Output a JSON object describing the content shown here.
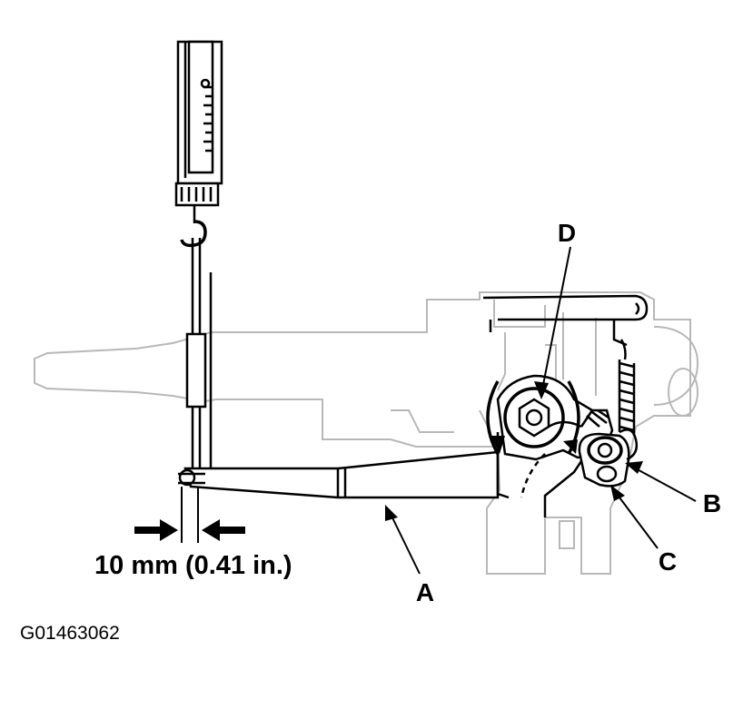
{
  "callouts": {
    "a": "A",
    "b": "B",
    "c": "C",
    "d": "D"
  },
  "dimension": {
    "label": "10 mm (0.41 in.)"
  },
  "figure_code": "G01463062",
  "colors": {
    "ink": "#000000",
    "ghost_outline": "#b8b8b8",
    "background": "#ffffff"
  }
}
